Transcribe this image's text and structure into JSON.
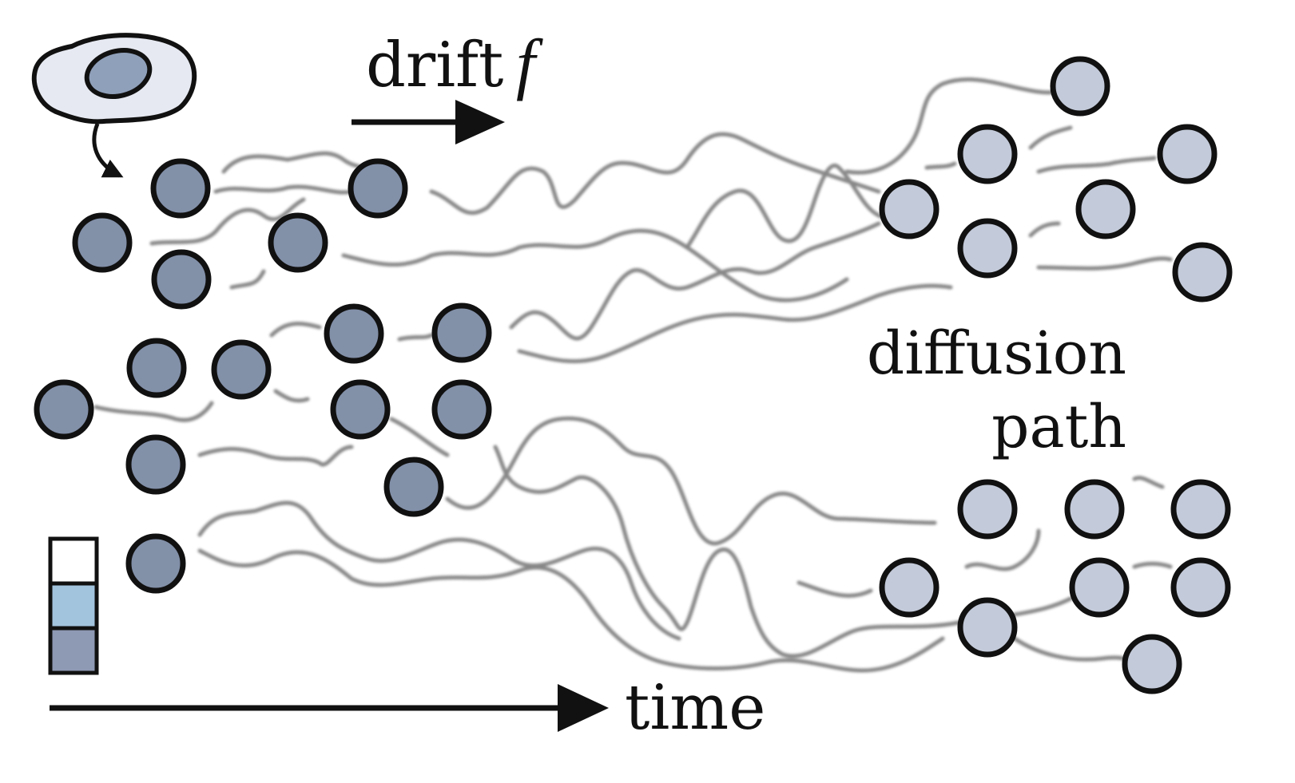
{
  "labels": {
    "drift": "drift",
    "drift_symbol": "f",
    "diffusion_line1": "diffusion",
    "diffusion_line2": "path",
    "time": "time"
  },
  "colors": {
    "start_cell_fill": "#8290a8",
    "end_cell_fill": "#c3cad9",
    "cell_stroke": "#111111",
    "path_stroke": "#7a7a7a",
    "source_cell_fill": "#e6e9f1",
    "source_nucleus_fill": "#8fa0ba",
    "legend_top": "#ffffff",
    "legend_middle": "#a3c4dd",
    "legend_bottom": "#8e9ab4"
  },
  "icons": {
    "source_cell": "cell-with-nucleus-icon"
  }
}
